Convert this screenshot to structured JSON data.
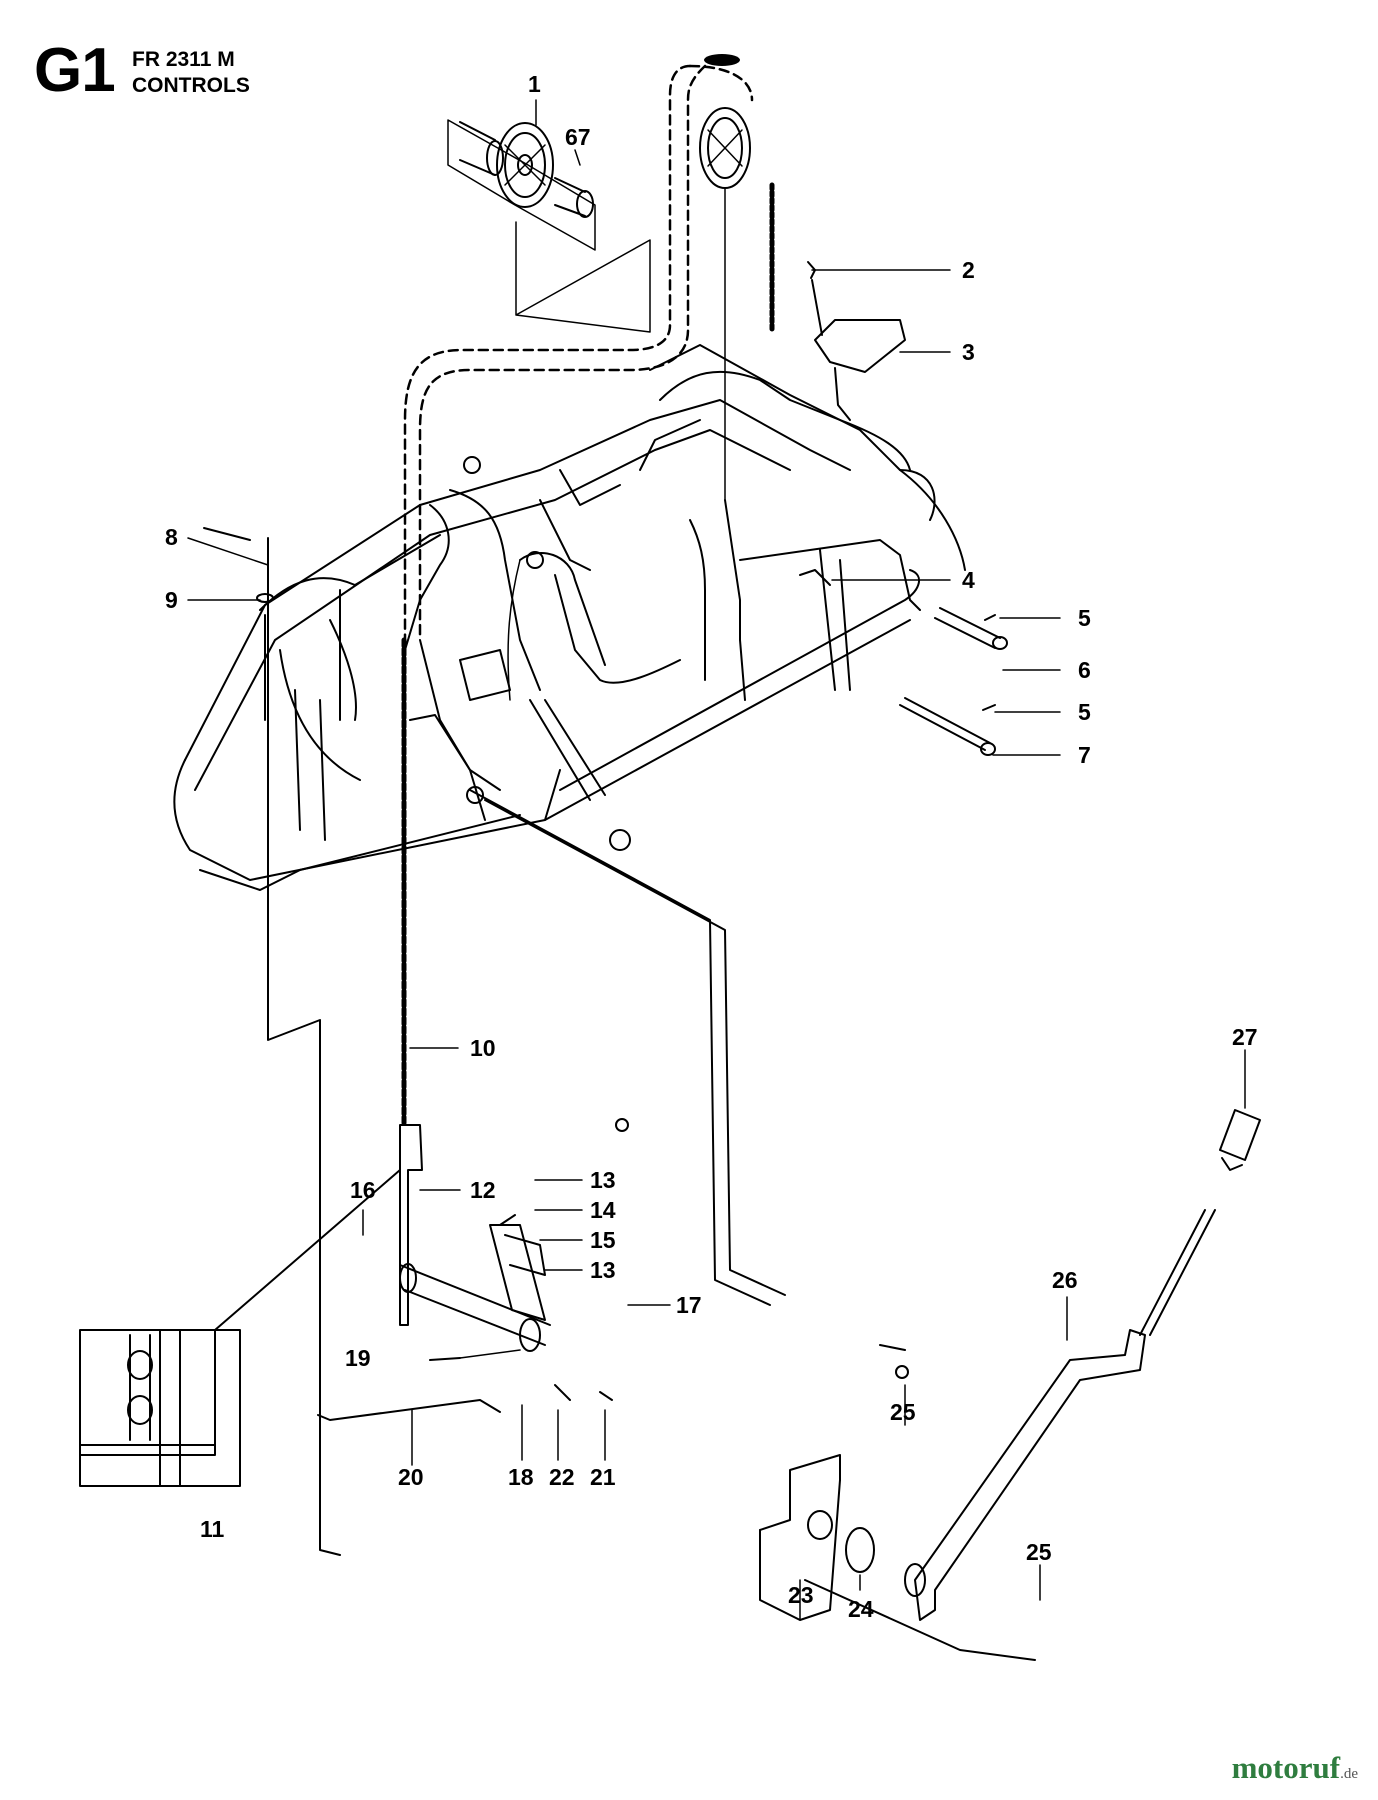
{
  "header": {
    "section_code": "G1",
    "model": "FR 2311 M",
    "title": "CONTROLS"
  },
  "callouts": {
    "c1": "1",
    "c67": "67",
    "c2": "2",
    "c3": "3",
    "c4": "4",
    "c5a": "5",
    "c6": "6",
    "c5b": "5",
    "c7": "7",
    "c8": "8",
    "c9": "9",
    "c10": "10",
    "c11": "11",
    "c12": "12",
    "c13a": "13",
    "c14": "14",
    "c15": "15",
    "c13b": "13",
    "c16": "16",
    "c17": "17",
    "c18": "18",
    "c19": "19",
    "c20": "20",
    "c21": "21",
    "c22": "22",
    "c23": "23",
    "c24": "24",
    "c25a": "25",
    "c25b": "25",
    "c26": "26",
    "c27": "27"
  },
  "watermark": {
    "brand": "motoruf",
    "tld": ".de"
  }
}
